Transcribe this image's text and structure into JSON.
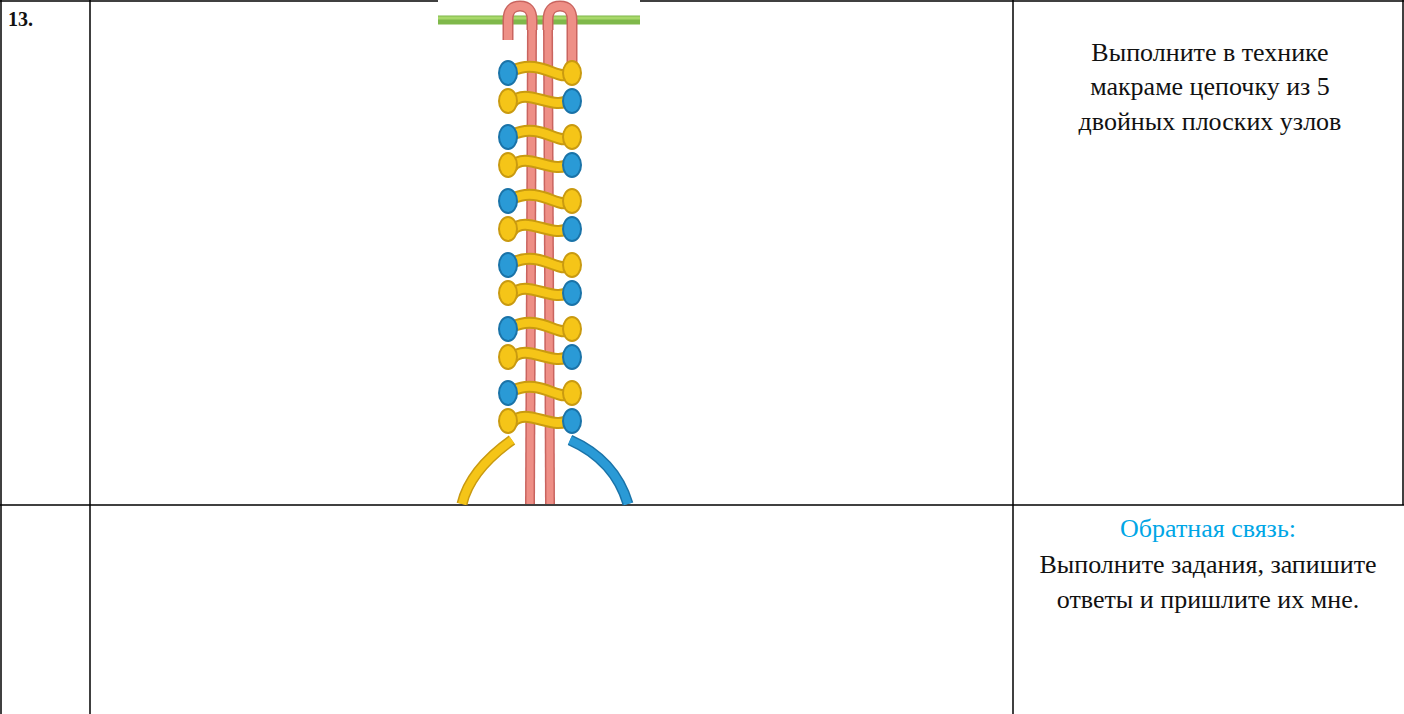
{
  "diagram": {
    "labels": [
      "13.",
      "Выполните в технике макраме цепочку из 5 двойных плоских узлов",
      "Обратная связь:",
      "Выполните задания, запишите ответы и пришлите их мне."
    ]
  }
}
